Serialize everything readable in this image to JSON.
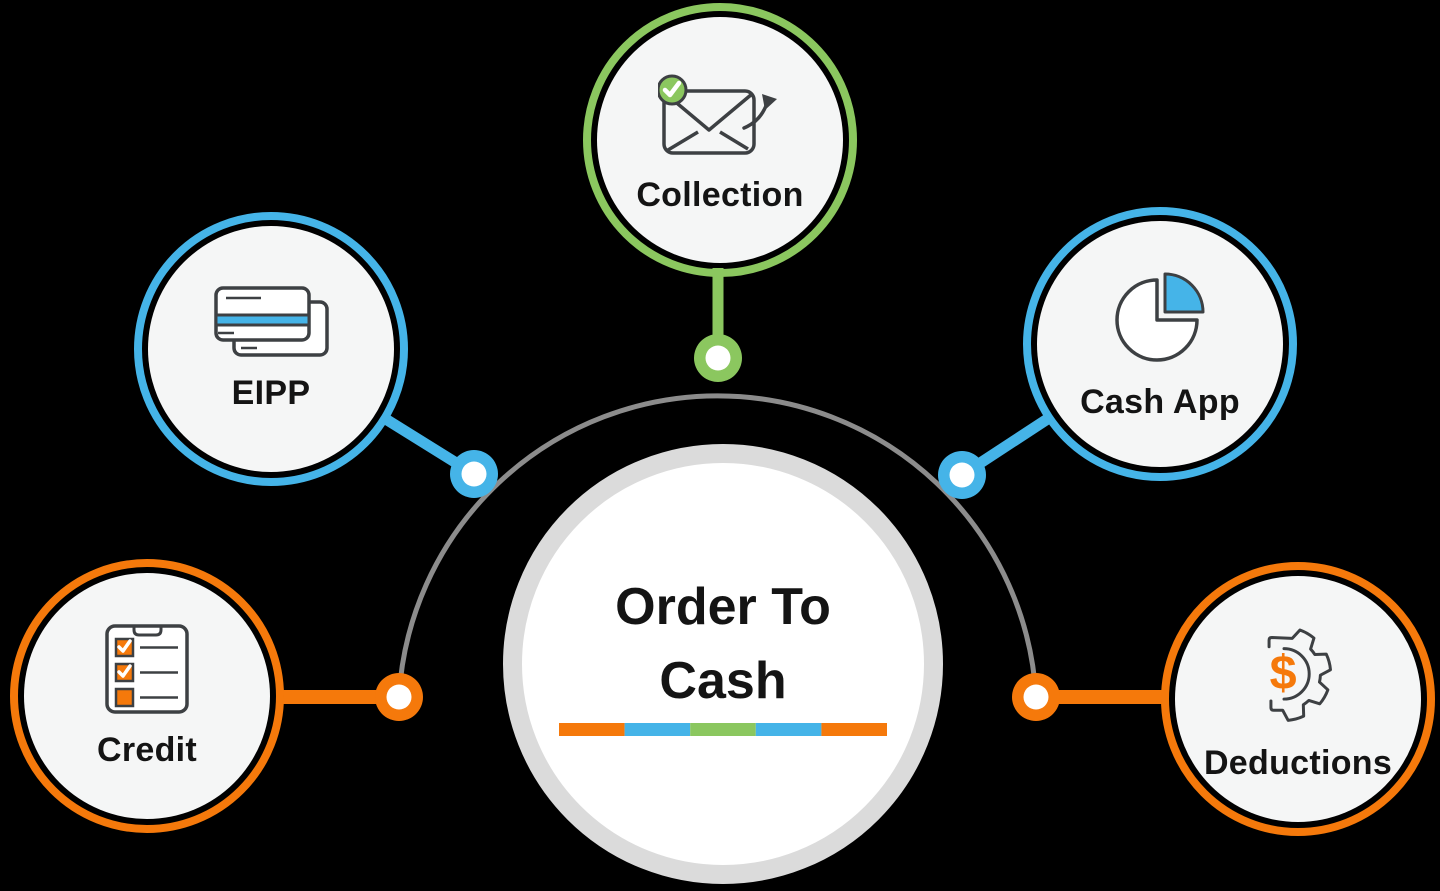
{
  "center": {
    "line1": "Order To",
    "line2": "Cash",
    "underline_colors": [
      "#F5790B",
      "#45B4E8",
      "#8BC75F",
      "#45B4E8",
      "#F5790B"
    ]
  },
  "nodes": [
    {
      "id": "collection",
      "label": "Collection",
      "icon": "envelope-check-arrow-icon",
      "ring_color": "#8BC75F",
      "position": "top"
    },
    {
      "id": "eipp",
      "label": "EIPP",
      "icon": "credit-cards-icon",
      "ring_color": "#45B4E8",
      "position": "upper-left"
    },
    {
      "id": "cash-app",
      "label": "Cash App",
      "icon": "pie-chart-icon",
      "ring_color": "#45B4E8",
      "position": "upper-right"
    },
    {
      "id": "credit",
      "label": "Credit",
      "icon": "checklist-clipboard-icon",
      "ring_color": "#F5790B",
      "position": "lower-left"
    },
    {
      "id": "deductions",
      "label": "Deductions",
      "icon": "gear-dollar-icon",
      "ring_color": "#F5790B",
      "position": "lower-right"
    }
  ],
  "palette": {
    "orange": "#F5790B",
    "blue": "#45B4E8",
    "green": "#8BC75F",
    "arc_gray": "#8C8C8C",
    "center_ring_gray": "#DBDBDB",
    "node_fill": "#F5F6F6",
    "center_fill": "#FFFFFF",
    "text": "#141414",
    "icon_stroke": "#3D4043",
    "background": "#000000"
  },
  "icon_symbols": {
    "dollar": "$"
  }
}
